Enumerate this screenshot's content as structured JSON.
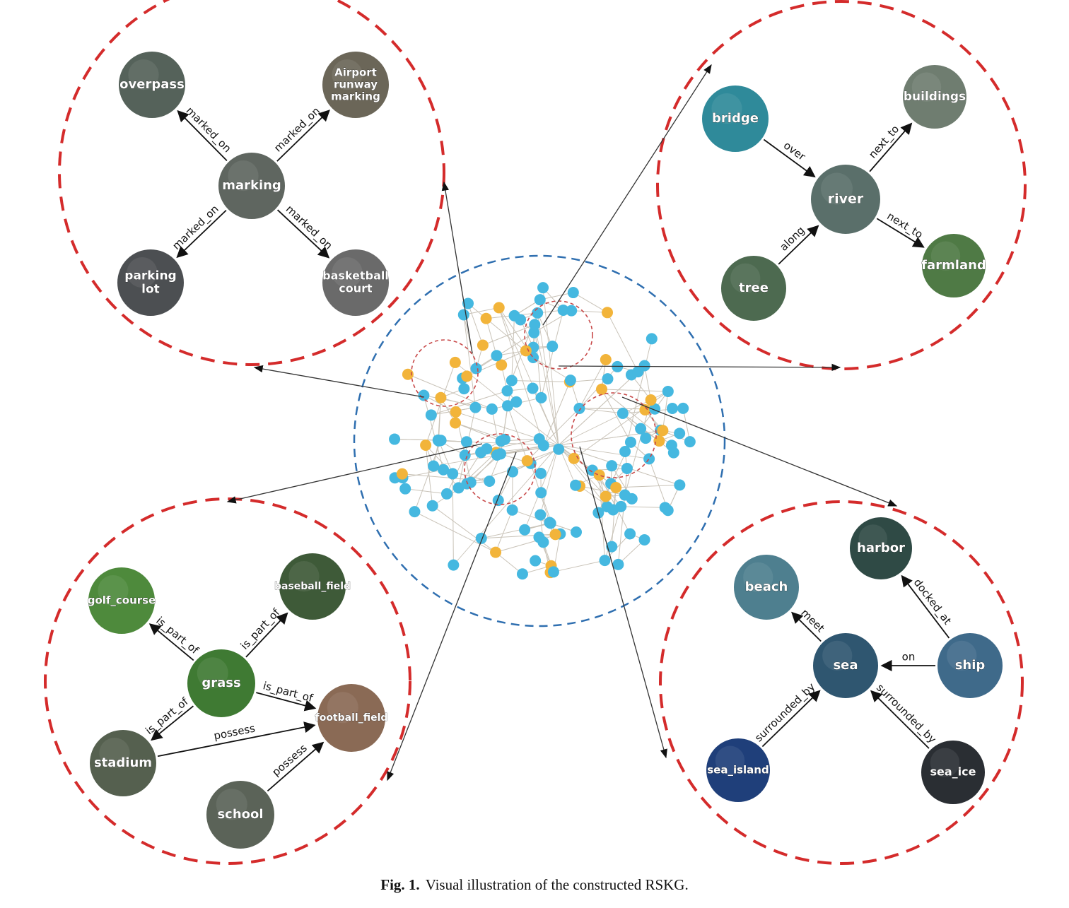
{
  "caption": {
    "prefix": "Fig. 1.",
    "text": "Visual illustration of the constructed RSKG."
  },
  "colors": {
    "outer_circle": "#d42b2b",
    "center_circle": "#2f6fb0",
    "entity_node": "#45b8e0",
    "relation_node": "#f2b43a",
    "graph_edge": "#c9c3b8"
  },
  "panels": [
    {
      "id": "top-left",
      "nodes": [
        {
          "id": "marking",
          "label": [
            "marking"
          ],
          "fill": "#5f6660"
        },
        {
          "id": "overpass",
          "label": [
            "overpass"
          ],
          "fill": "#55625a"
        },
        {
          "id": "airport",
          "label": [
            "Airport",
            "runway",
            "marking"
          ],
          "fill": "#6b6658"
        },
        {
          "id": "parking",
          "label": [
            "parking",
            "lot"
          ],
          "fill": "#4c4f52"
        },
        {
          "id": "basketball",
          "label": [
            "basketball",
            "court"
          ],
          "fill": "#6a6a6a"
        }
      ],
      "edges": [
        {
          "from": "marking",
          "to": "overpass",
          "label": "marked_on"
        },
        {
          "from": "marking",
          "to": "airport",
          "label": "marked_on"
        },
        {
          "from": "marking",
          "to": "parking",
          "label": "marked_on"
        },
        {
          "from": "marking",
          "to": "basketball",
          "label": "marked_on"
        }
      ]
    },
    {
      "id": "top-right",
      "nodes": [
        {
          "id": "river",
          "label": [
            "river"
          ],
          "fill": "#5a6f6a"
        },
        {
          "id": "bridge",
          "label": [
            "bridge"
          ],
          "fill": "#2f8a9a"
        },
        {
          "id": "buildings",
          "label": [
            "buildings"
          ],
          "fill": "#6f7d70"
        },
        {
          "id": "tree",
          "label": [
            "tree"
          ],
          "fill": "#4d6a50"
        },
        {
          "id": "farmland",
          "label": [
            "farmland"
          ],
          "fill": "#4f7a45"
        }
      ],
      "edges": [
        {
          "from": "bridge",
          "to": "river",
          "label": "over"
        },
        {
          "from": "river",
          "to": "buildings",
          "label": "next_to"
        },
        {
          "from": "tree",
          "to": "river",
          "label": "along"
        },
        {
          "from": "river",
          "to": "farmland",
          "label": "next_to"
        }
      ]
    },
    {
      "id": "bottom-left",
      "nodes": [
        {
          "id": "grass",
          "label": [
            "grass"
          ],
          "fill": "#3f7a33"
        },
        {
          "id": "golf",
          "label": [
            "golf_course"
          ],
          "fill": "#4e8a3c"
        },
        {
          "id": "baseball",
          "label": [
            "baseball_field"
          ],
          "fill": "#3e5a38"
        },
        {
          "id": "football",
          "label": [
            "football_field"
          ],
          "fill": "#8a6a55"
        },
        {
          "id": "stadium",
          "label": [
            "stadium"
          ],
          "fill": "#55604f"
        },
        {
          "id": "school",
          "label": [
            "school"
          ],
          "fill": "#5b6358"
        }
      ],
      "edges": [
        {
          "from": "grass",
          "to": "golf",
          "label": "is_part_of"
        },
        {
          "from": "grass",
          "to": "baseball",
          "label": "is_part_of"
        },
        {
          "from": "grass",
          "to": "football",
          "label": "is_part_of"
        },
        {
          "from": "grass",
          "to": "stadium",
          "label": "is_part_of"
        },
        {
          "from": "stadium",
          "to": "football",
          "label": "possess"
        },
        {
          "from": "school",
          "to": "football",
          "label": "possess"
        }
      ]
    },
    {
      "id": "bottom-right",
      "nodes": [
        {
          "id": "sea",
          "label": [
            "sea"
          ],
          "fill": "#2f5670"
        },
        {
          "id": "beach",
          "label": [
            "beach"
          ],
          "fill": "#4e7f8f"
        },
        {
          "id": "harbor",
          "label": [
            "harbor"
          ],
          "fill": "#2f4a45"
        },
        {
          "id": "ship",
          "label": [
            "ship"
          ],
          "fill": "#3f6a8a"
        },
        {
          "id": "island",
          "label": [
            "sea_island"
          ],
          "fill": "#1f3f7a"
        },
        {
          "id": "ice",
          "label": [
            "sea_ice"
          ],
          "fill": "#2a2e33"
        }
      ],
      "edges": [
        {
          "from": "sea",
          "to": "beach",
          "label": "meet"
        },
        {
          "from": "ship",
          "to": "harbor",
          "label": "docked_at"
        },
        {
          "from": "ship",
          "to": "sea",
          "label": "on"
        },
        {
          "from": "island",
          "to": "sea",
          "label": "surrounded_by"
        },
        {
          "from": "ice",
          "to": "sea",
          "label": "surrounded_by"
        }
      ]
    }
  ]
}
